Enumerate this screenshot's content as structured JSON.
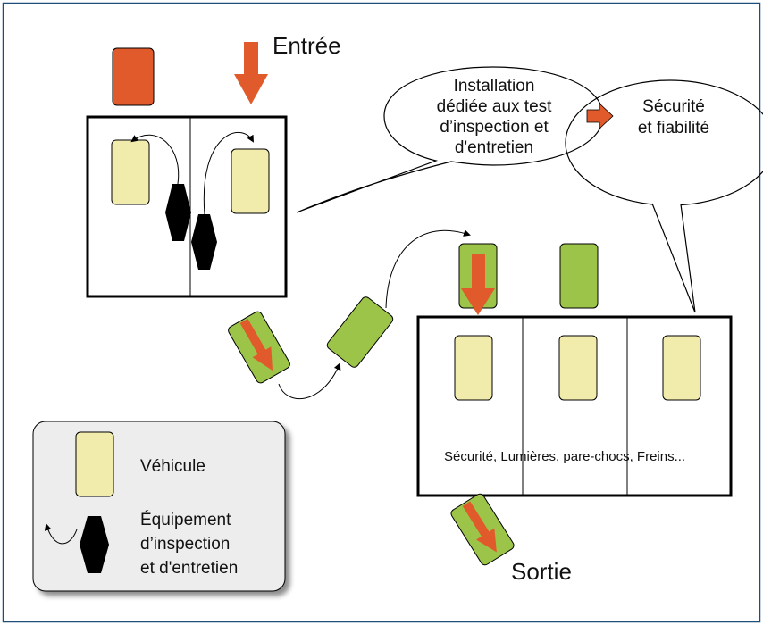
{
  "labels": {
    "entree": "Entrée",
    "sortie": "Sortie",
    "installation_line1": "Installation",
    "installation_line2": "dédiée aux test",
    "installation_line3": "d’inspection et",
    "installation_line4": "d'entretien",
    "securite_line1": "Sécurité",
    "securite_line2": "et fiabilité",
    "bottom_station_caption": "Sécurité, Lumières, pare-chocs, Freins...",
    "legend_vehicle": "Véhicule",
    "legend_equipment_line1": "Équipement",
    "legend_equipment_line2": "d’inspection",
    "legend_equipment_line3": "et d'entretien"
  },
  "colors": {
    "frame_border": "#1f4e79",
    "arrow_red": "#e05a2b",
    "vehicle_pale": "#f1ecab",
    "vehicle_green": "#9bc449",
    "equipment_black": "#000000",
    "legend_bg": "#ededed"
  },
  "icons": {
    "arrow": "down-arrow-icon",
    "vehicle": "vehicle-icon",
    "equipment": "hexagon-equipment-icon"
  }
}
